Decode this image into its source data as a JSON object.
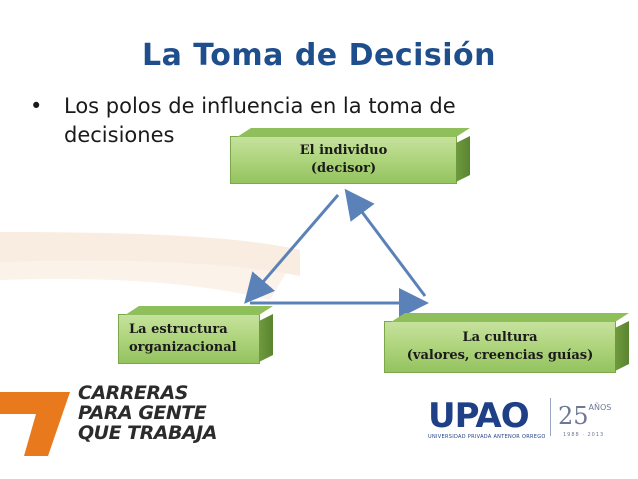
{
  "title": "La Toma de Decisión",
  "bullet": {
    "marker": "•",
    "text": "Los polos de influencia en la toma de decisiones"
  },
  "diagram": {
    "nodes": [
      {
        "id": "individuo",
        "line1": "El individuo",
        "line2": "(decisor)"
      },
      {
        "id": "estructura",
        "line1": "La estructura",
        "line2": "organizacional"
      },
      {
        "id": "cultura",
        "line1": "La cultura",
        "line2": "(valores, creencias guías)"
      }
    ],
    "node_color": "#a8d07a",
    "arrow_color": "#5b82b8"
  },
  "logos": {
    "carreras_lines": [
      "CARRERAS",
      "PARA GENTE",
      "QUE TRABAJA"
    ],
    "upao_name": "UPAO",
    "upao_full": "UNIVERSIDAD PRIVADA ANTENOR ORREGO",
    "anniversary": "25",
    "anniversary_word": "AÑOS",
    "anniversary_years": "1988 · 2013"
  },
  "colors": {
    "title": "#1f4e8c",
    "brand_orange": "#e8791d",
    "upao_blue": "#1f3f86"
  }
}
